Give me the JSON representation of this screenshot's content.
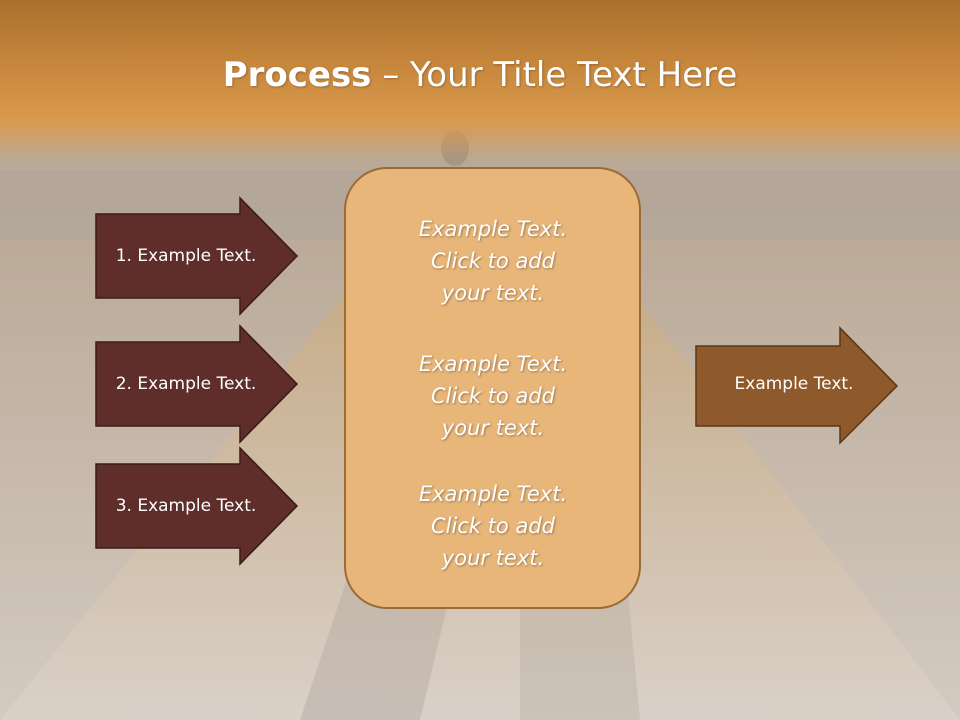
{
  "title": {
    "bold": "Process",
    "rest": " – Your Title Text Here"
  },
  "left_arrows": [
    {
      "label": "1. Example Text."
    },
    {
      "label": "2. Example Text."
    },
    {
      "label": "3. Example Text."
    }
  ],
  "center_box": {
    "blocks": [
      {
        "lines": [
          "Example Text.",
          "Click  to add",
          "your text."
        ]
      },
      {
        "lines": [
          "Example Text.",
          "Click  to add",
          "your text."
        ]
      },
      {
        "lines": [
          "Example Text.",
          "Click  to add",
          "your text."
        ]
      }
    ]
  },
  "right_arrow": {
    "label": "Example Text."
  },
  "colors": {
    "left_arrow_fill": "#5f2e2b",
    "center_box_fill": "#e8b679",
    "right_arrow_fill": "#8f5a2b",
    "title_band": "#c3843a"
  }
}
